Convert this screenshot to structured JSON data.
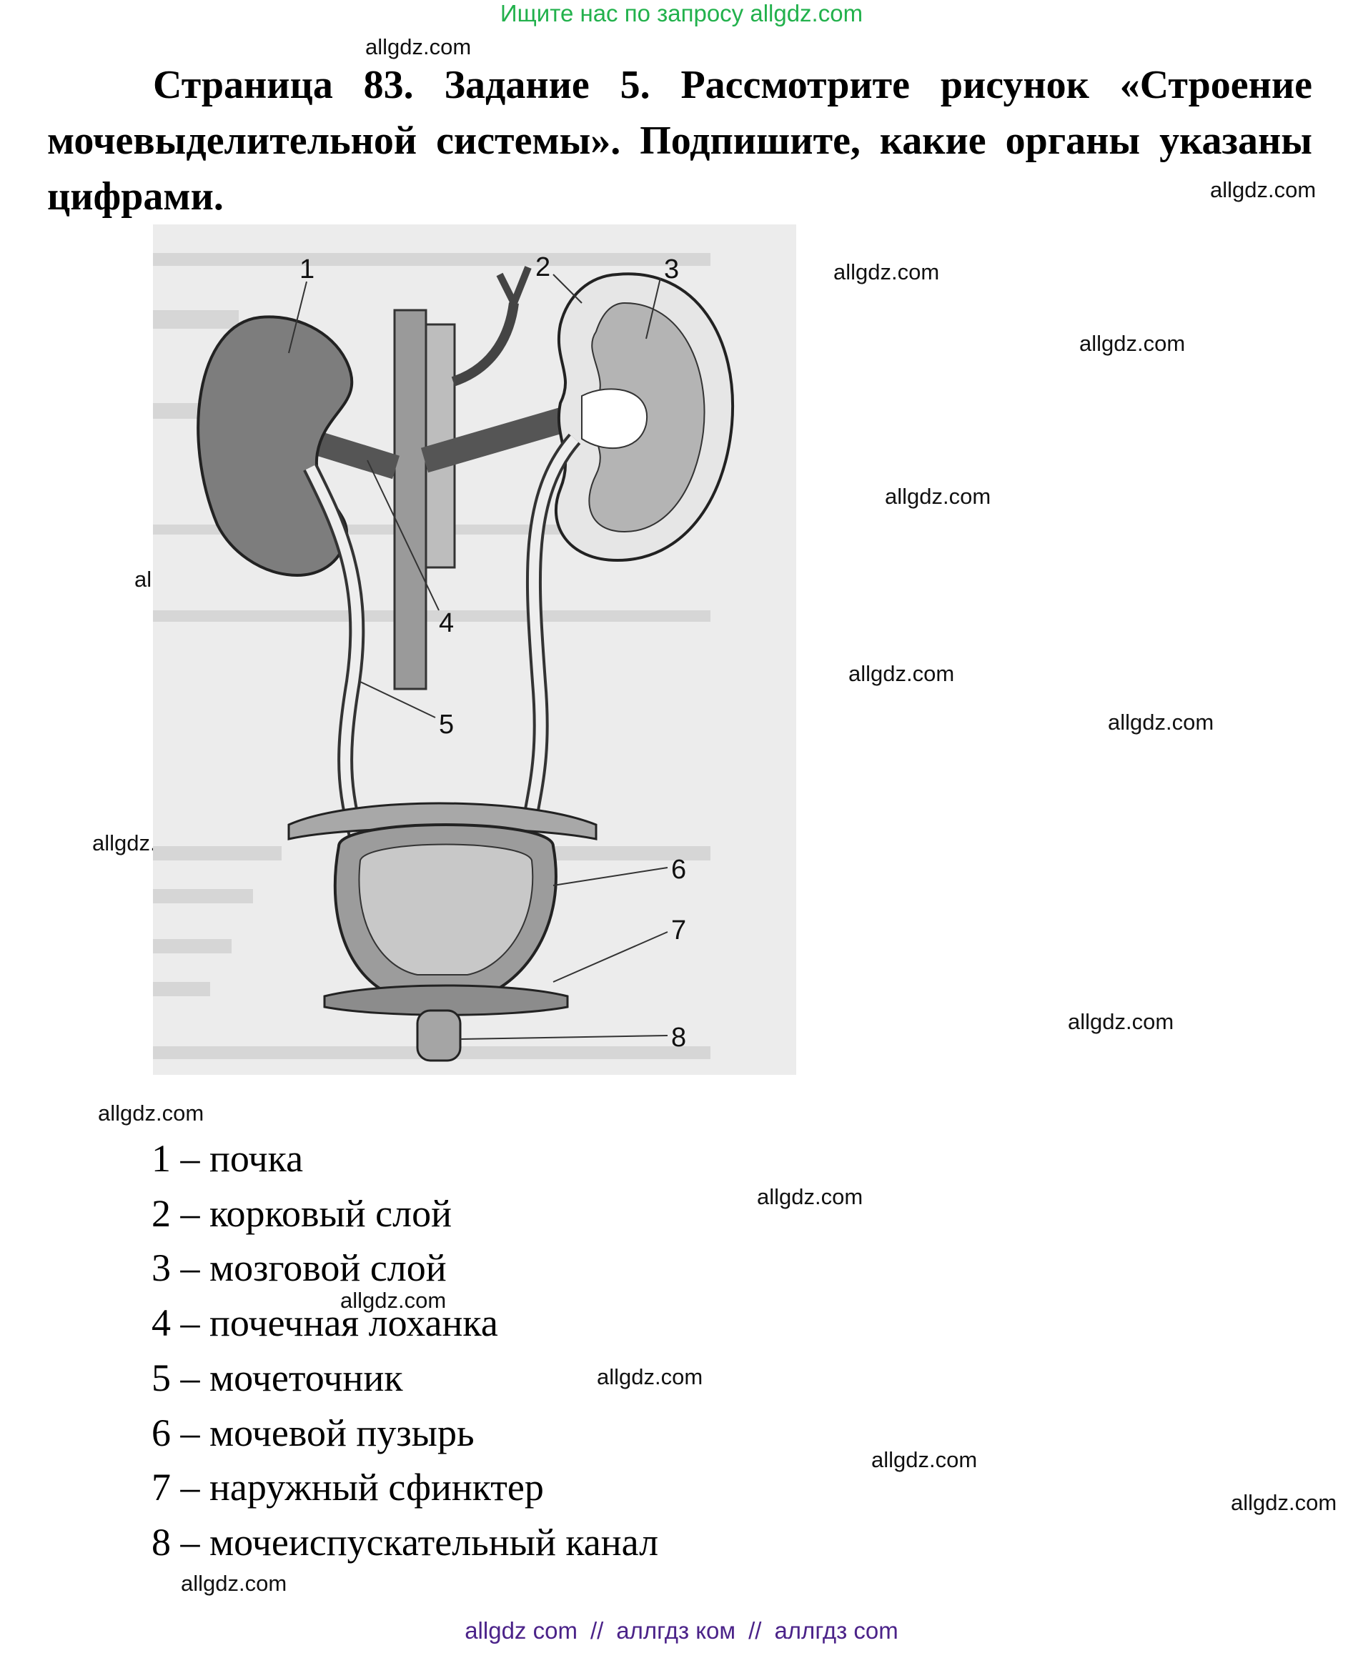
{
  "top_banner": "Ищите нас по запросу allgdz.com",
  "heading": "Страница 83. Задание 5. Рассмотрите рисунок «Строение мочевыделительной системы». Подпишите, какие органы указаны цифрами.",
  "watermark": "allgdz.com",
  "figure": {
    "labels": [
      "1",
      "2",
      "3",
      "4",
      "5",
      "6",
      "7",
      "8"
    ]
  },
  "answers": [
    "1 – почка",
    "2 – корковый слой",
    "3 – мозговой слой",
    "4 – почечная лоханка",
    "5 – мочеточник",
    "6 – мочевой пузырь",
    "7 – наружный сфинктер",
    "8 – мочеиспускательный канал"
  ],
  "bottom_links": [
    "allgdz com",
    "аллгдз ком",
    "аллгдз com"
  ],
  "bottom_separator": "//"
}
